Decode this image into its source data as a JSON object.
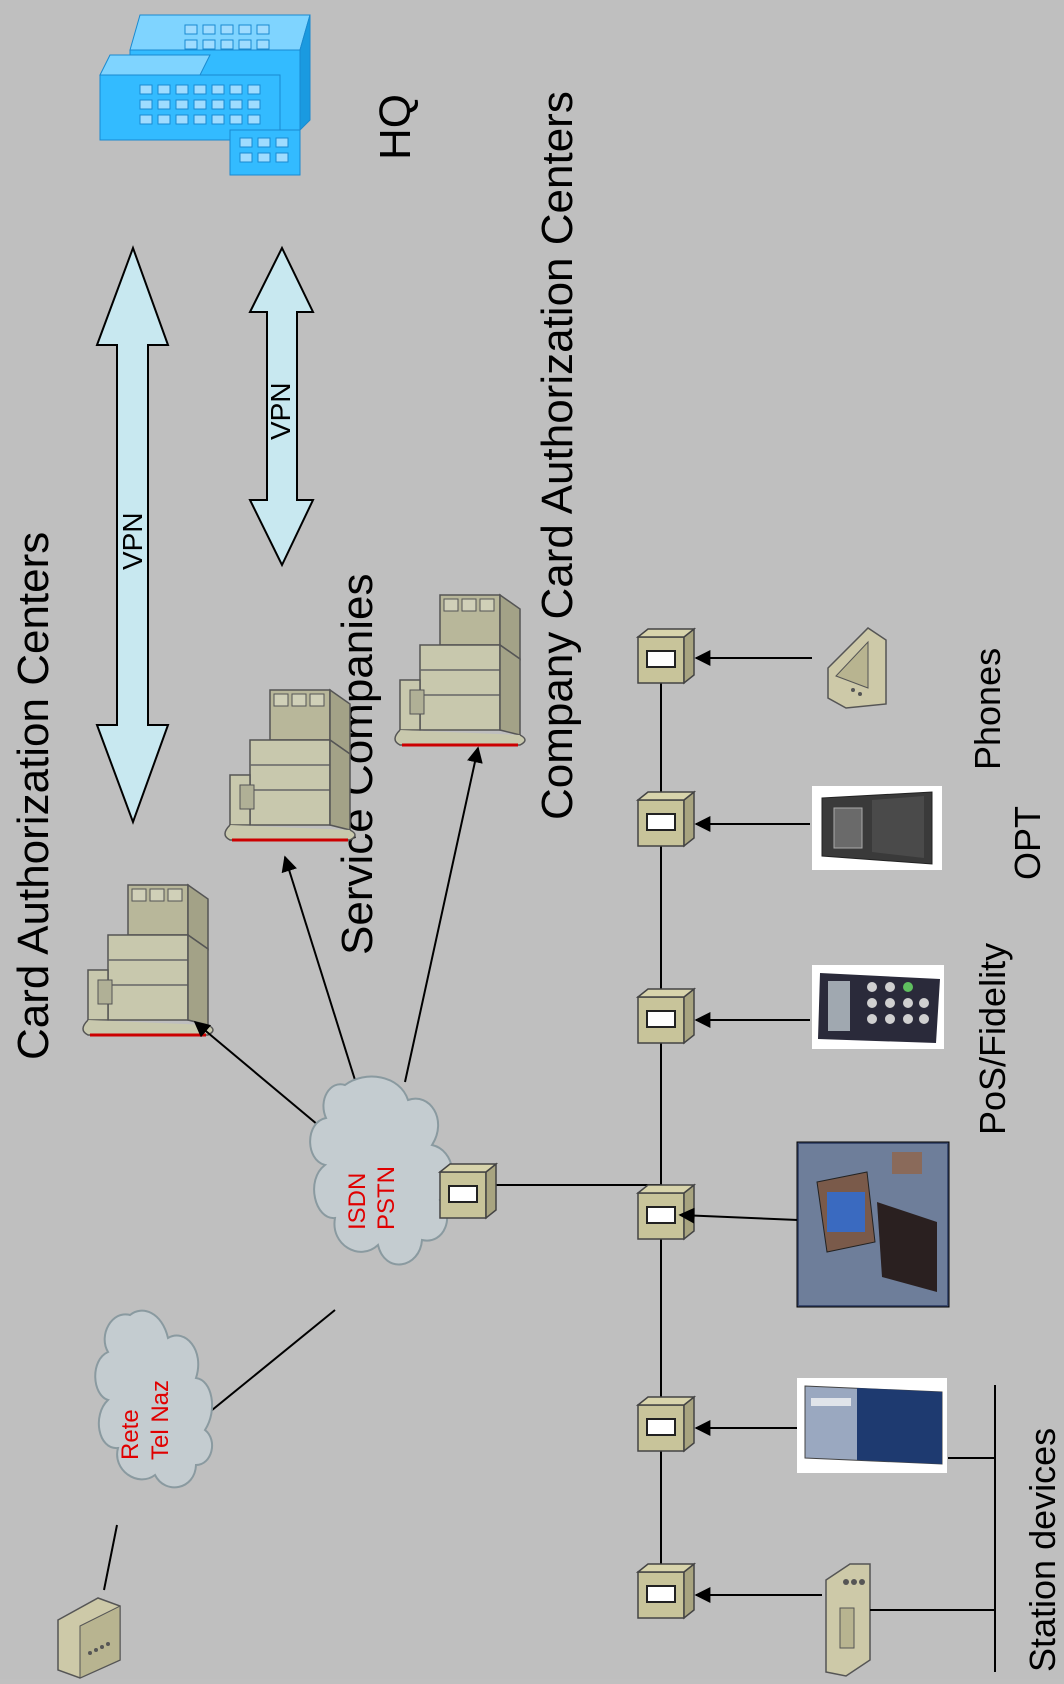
{
  "labels": {
    "hq": "HQ",
    "card_auth": "Card  Authorization Centers",
    "company_card_auth": "Company Card  Authorization Centers",
    "service_companies": "Service Companies",
    "vpn_left": "VPN",
    "vpn_right": "VPN",
    "isdn_line1": "ISDN",
    "isdn_line2": "PSTN",
    "rete_line1": "Rete",
    "rete_line2": "Tel Naz",
    "phones": "Phones",
    "opt": "OPT",
    "pos": "PoS/Fidelity",
    "station": "Station devices"
  },
  "icons": {
    "building": "hq-building-icon",
    "server": "server-icon",
    "cloud": "cloud-icon",
    "modem": "modem-icon",
    "phone": "phone-icon",
    "terminal": "terminal-icon"
  },
  "colors": {
    "background": "#bfbfbf",
    "building": "#33bbff",
    "vpn_arrow": "#c8e8f0",
    "cloud": "#c4ccd0",
    "modem": "#c8c49a",
    "cloud_text": "#e00000"
  }
}
